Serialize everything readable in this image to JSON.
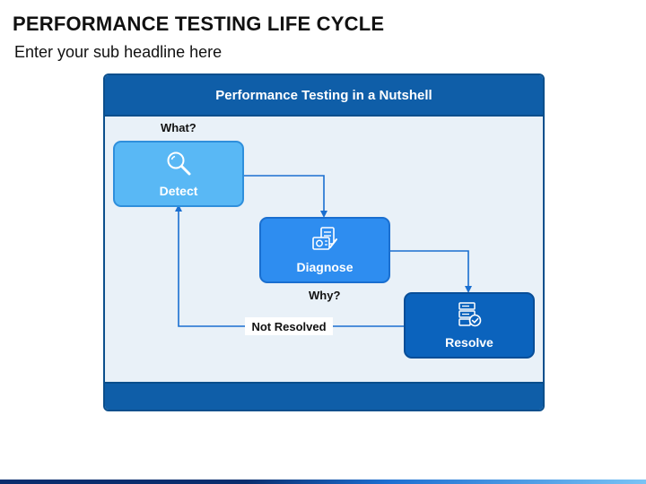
{
  "page": {
    "title": "PERFORMANCE TESTING LIFE CYCLE",
    "subtitle": "Enter your sub headline here"
  },
  "diagram": {
    "header": "Performance Testing in a Nutshell",
    "what_label": "What?",
    "why_label": "Why?",
    "loop_label": "Not Resolved",
    "steps": [
      {
        "label": "Detect",
        "icon": "magnifier-icon",
        "color": "#59b8f5"
      },
      {
        "label": "Diagnose",
        "icon": "diagnose-tools-icon",
        "color": "#2e8df0"
      },
      {
        "label": "Resolve",
        "icon": "server-check-icon",
        "color": "#0b63bd"
      }
    ]
  },
  "colors": {
    "panel_header": "#0f5ea8",
    "panel_background": "#e9f1f8",
    "connector": "#1a6fd0"
  }
}
